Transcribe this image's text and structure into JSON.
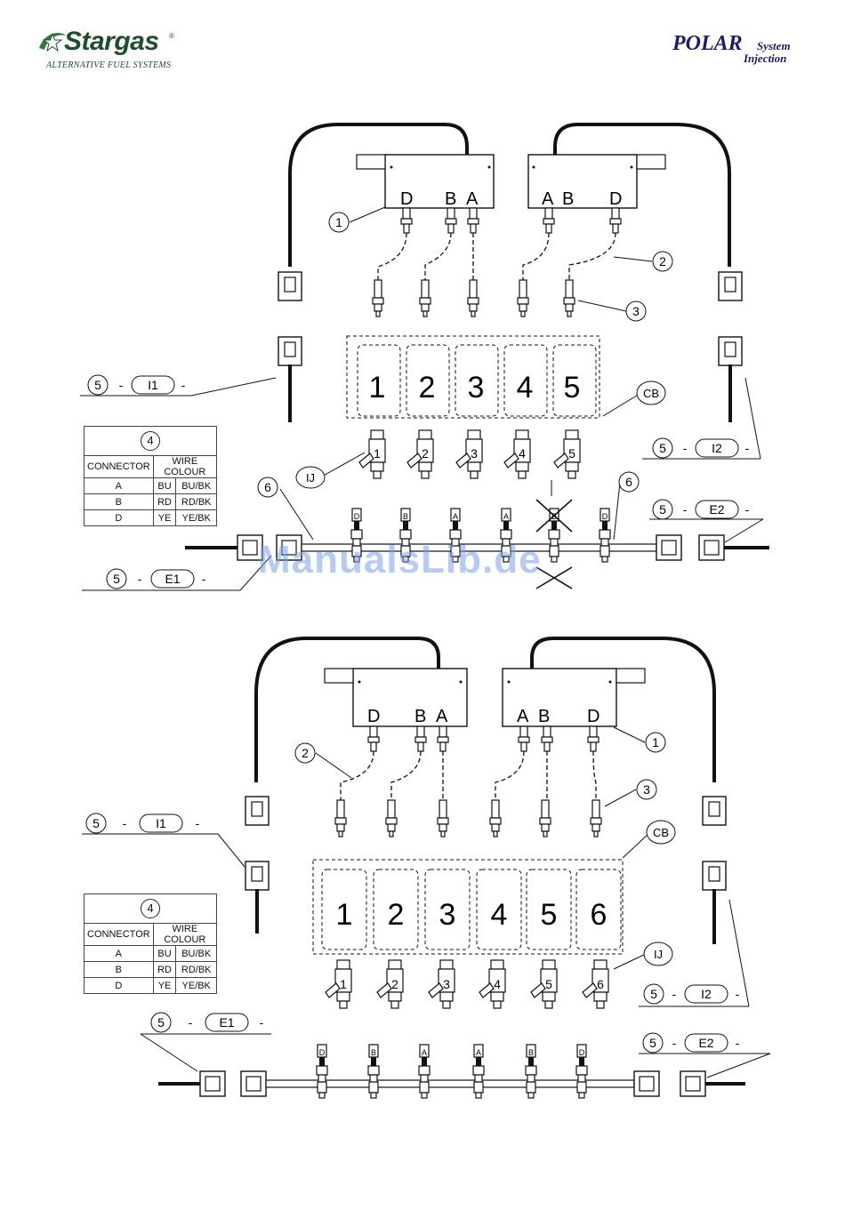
{
  "header": {
    "left_logo": {
      "name": "Stargas",
      "registered": "®",
      "tagline": "ALTERNATIVE FUEL SYSTEMS"
    },
    "right_logo": {
      "name": "POLAR",
      "line2": "System",
      "line3": "Injection"
    }
  },
  "watermark": "ManualsLib.de",
  "diagram_top": {
    "rail_left_ports": [
      "D",
      "B",
      "A"
    ],
    "rail_right_ports": [
      "A",
      "B",
      "D"
    ],
    "cylinders": [
      "1",
      "2",
      "3",
      "4",
      "5"
    ],
    "injector_numbers": [
      "1",
      "2",
      "3",
      "4",
      "5"
    ],
    "wire_tags": [
      "D",
      "B",
      "A",
      "A",
      "B",
      "D"
    ],
    "callouts": {
      "c1": "1",
      "c2": "2",
      "c3": "3",
      "cb": "CB",
      "ij": "IJ",
      "c6a": "6",
      "c6b": "6",
      "i1_num": "5",
      "i1_dash": "-",
      "i1_code": "I1",
      "i1_tail": "-",
      "i2_num": "5",
      "i2_dash": "-",
      "i2_code": "I2",
      "i2_tail": "-",
      "e1_num": "5",
      "e1_dash": "-",
      "e1_code": "E1",
      "e1_tail": "-",
      "e2_num": "5",
      "e2_dash": "-",
      "e2_code": "E2",
      "e2_tail": "-"
    },
    "table": {
      "num": "4",
      "headers": [
        "CONNECTOR",
        "WIRE COLOUR"
      ],
      "rows": [
        [
          "A",
          "BU",
          "BU/BK"
        ],
        [
          "B",
          "RD",
          "RD/BK"
        ],
        [
          "D",
          "YE",
          "YE/BK"
        ]
      ]
    }
  },
  "diagram_bottom": {
    "rail_left_ports": [
      "D",
      "B",
      "A"
    ],
    "rail_right_ports": [
      "A",
      "B",
      "D"
    ],
    "cylinders": [
      "1",
      "2",
      "3",
      "4",
      "5",
      "6"
    ],
    "injector_numbers": [
      "1",
      "2",
      "3",
      "4",
      "5",
      "6"
    ],
    "wire_tags": [
      "D",
      "B",
      "A",
      "A",
      "B",
      "D"
    ],
    "callouts": {
      "c1": "1",
      "c2": "2",
      "c3": "3",
      "cb": "CB",
      "ij": "IJ",
      "i1_num": "5",
      "i1_dash": "-",
      "i1_code": "I1",
      "i1_tail": "-",
      "i2_num": "5",
      "i2_dash": "-",
      "i2_code": "I2",
      "i2_tail": "-",
      "e1_num": "5",
      "e1_dash": "-",
      "e1_code": "E1",
      "e1_tail": "-",
      "e2_num": "5",
      "e2_dash": "-",
      "e2_code": "E2",
      "e2_tail": "-"
    },
    "table": {
      "num": "4",
      "headers": [
        "CONNECTOR",
        "WIRE COLOUR"
      ],
      "rows": [
        [
          "A",
          "BU",
          "BU/BK"
        ],
        [
          "B",
          "RD",
          "RD/BK"
        ],
        [
          "D",
          "YE",
          "YE/BK"
        ]
      ]
    }
  }
}
